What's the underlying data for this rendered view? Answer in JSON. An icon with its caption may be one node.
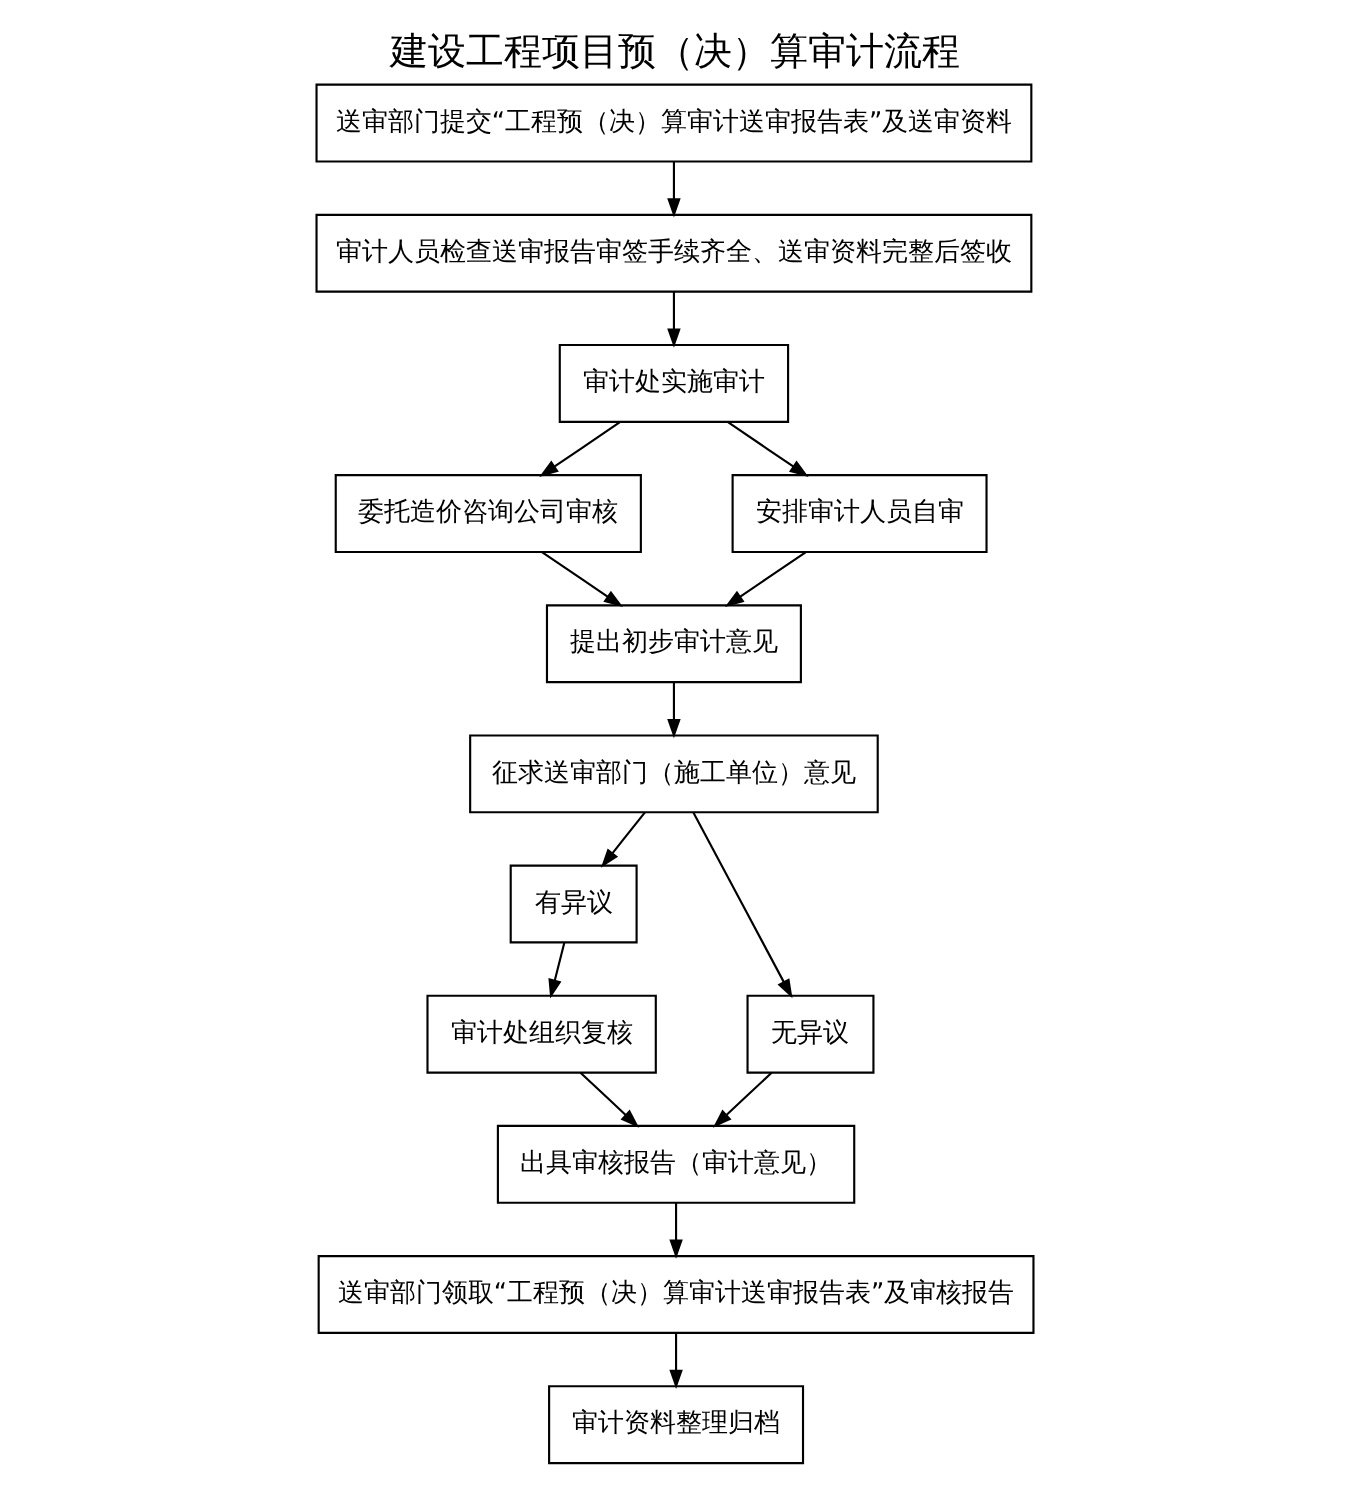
{
  "diagram": {
    "title": "建设工程项目预（决）算审计流程",
    "nodes": [
      {
        "text": [
          "送审部门提交“工程预（决）算审计送审报告表”及送审资料"
        ]
      },
      {
        "text": [
          "审计人员检查送审报告审签手续齐全、送审资料完整后签收"
        ]
      },
      {
        "text": [
          "审计处实施审计"
        ]
      },
      {
        "text": [
          "委托造价咨询公司审核"
        ]
      },
      {
        "text": [
          "安排审计人员自审"
        ]
      },
      {
        "text": [
          "提出初步审计意见"
        ]
      },
      {
        "text": [
          "征求送审部门（施工单位）意见"
        ]
      },
      {
        "text": [
          "有异议"
        ]
      },
      {
        "text": [
          "审计处组织复核"
        ]
      },
      {
        "text": [
          "无异议"
        ]
      },
      {
        "text": [
          "出具审核报告（审计意见）"
        ]
      },
      {
        "text": [
          "送审部门领取“工程预（决）算审计送审报告表”及审核报告"
        ]
      },
      {
        "text": [
          "审计资料整理归档"
        ]
      }
    ],
    "edges": [
      {
        "from": 0,
        "to": 1,
        "arrow": "to"
      },
      {
        "from": 1,
        "to": 2,
        "arrow": "to"
      },
      {
        "from": 2,
        "to": 3,
        "arrow": "to"
      },
      {
        "from": 2,
        "to": 4,
        "arrow": "to"
      },
      {
        "from": 3,
        "to": 5,
        "arrow": "to"
      },
      {
        "from": 4,
        "to": 5,
        "arrow": "to"
      },
      {
        "from": 5,
        "to": 6,
        "arrow": "to"
      },
      {
        "from": 6,
        "to": 7,
        "arrow": "to"
      },
      {
        "from": 6,
        "to": 9,
        "arrow": "to"
      },
      {
        "from": 7,
        "to": 8,
        "arrow": "to"
      },
      {
        "from": 8,
        "to": 10,
        "arrow": "to"
      },
      {
        "from": 9,
        "to": 10,
        "arrow": "to"
      },
      {
        "from": 10,
        "to": 11,
        "arrow": "to"
      },
      {
        "from": 11,
        "to": 12,
        "arrow": "to"
      }
    ]
  }
}
